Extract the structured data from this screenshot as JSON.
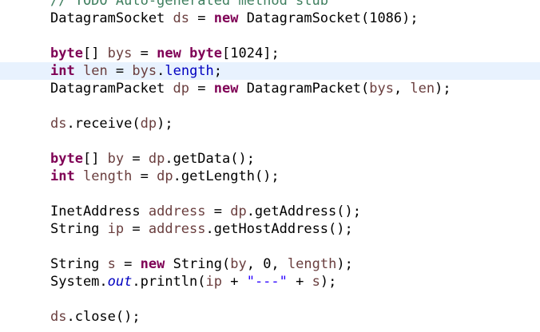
{
  "editor": {
    "lines": [
      {
        "id": "l0",
        "tokens": [
          {
            "t": "comment",
            "v": "// TODO Auto-generated method stub"
          }
        ]
      },
      {
        "id": "l1",
        "tokens": [
          {
            "t": "plain",
            "v": "DatagramSocket "
          },
          {
            "t": "var",
            "v": "ds"
          },
          {
            "t": "plain",
            "v": " = "
          },
          {
            "t": "kw",
            "v": "new"
          },
          {
            "t": "plain",
            "v": " DatagramSocket(1086);"
          }
        ]
      },
      {
        "id": "l2",
        "tokens": []
      },
      {
        "id": "l3",
        "tokens": [
          {
            "t": "kw",
            "v": "byte"
          },
          {
            "t": "plain",
            "v": "[] "
          },
          {
            "t": "var",
            "v": "bys"
          },
          {
            "t": "plain",
            "v": " = "
          },
          {
            "t": "kw",
            "v": "new"
          },
          {
            "t": "plain",
            "v": " "
          },
          {
            "t": "kw",
            "v": "byte"
          },
          {
            "t": "plain",
            "v": "[1024];"
          }
        ]
      },
      {
        "id": "l4",
        "current": true,
        "tokens": [
          {
            "t": "kw",
            "v": "int"
          },
          {
            "t": "plain",
            "v": " "
          },
          {
            "t": "var",
            "v": "len"
          },
          {
            "t": "plain",
            "v": " = "
          },
          {
            "t": "var",
            "v": "bys"
          },
          {
            "t": "plain",
            "v": "."
          },
          {
            "t": "field",
            "v": "length"
          },
          {
            "t": "plain",
            "v": ";"
          }
        ]
      },
      {
        "id": "l5",
        "tokens": [
          {
            "t": "plain",
            "v": "DatagramPacket "
          },
          {
            "t": "var",
            "v": "dp"
          },
          {
            "t": "plain",
            "v": " = "
          },
          {
            "t": "kw",
            "v": "new"
          },
          {
            "t": "plain",
            "v": " DatagramPacket("
          },
          {
            "t": "var",
            "v": "bys"
          },
          {
            "t": "plain",
            "v": ", "
          },
          {
            "t": "var",
            "v": "len"
          },
          {
            "t": "plain",
            "v": ");"
          }
        ]
      },
      {
        "id": "l6",
        "tokens": []
      },
      {
        "id": "l7",
        "tokens": [
          {
            "t": "var",
            "v": "ds"
          },
          {
            "t": "plain",
            "v": ".receive("
          },
          {
            "t": "var",
            "v": "dp"
          },
          {
            "t": "plain",
            "v": ");"
          }
        ]
      },
      {
        "id": "l8",
        "tokens": []
      },
      {
        "id": "l9",
        "tokens": [
          {
            "t": "kw",
            "v": "byte"
          },
          {
            "t": "plain",
            "v": "[] "
          },
          {
            "t": "var",
            "v": "by"
          },
          {
            "t": "plain",
            "v": " = "
          },
          {
            "t": "var",
            "v": "dp"
          },
          {
            "t": "plain",
            "v": ".getData();"
          }
        ]
      },
      {
        "id": "l10",
        "tokens": [
          {
            "t": "kw",
            "v": "int"
          },
          {
            "t": "plain",
            "v": " "
          },
          {
            "t": "var",
            "v": "length"
          },
          {
            "t": "plain",
            "v": " = "
          },
          {
            "t": "var",
            "v": "dp"
          },
          {
            "t": "plain",
            "v": ".getLength();"
          }
        ]
      },
      {
        "id": "l11",
        "tokens": []
      },
      {
        "id": "l12",
        "tokens": [
          {
            "t": "plain",
            "v": "InetAddress "
          },
          {
            "t": "var",
            "v": "address"
          },
          {
            "t": "plain",
            "v": " = "
          },
          {
            "t": "var",
            "v": "dp"
          },
          {
            "t": "plain",
            "v": ".getAddress();"
          }
        ]
      },
      {
        "id": "l13",
        "tokens": [
          {
            "t": "plain",
            "v": "String "
          },
          {
            "t": "var",
            "v": "ip"
          },
          {
            "t": "plain",
            "v": " = "
          },
          {
            "t": "var",
            "v": "address"
          },
          {
            "t": "plain",
            "v": ".getHostAddress();"
          }
        ]
      },
      {
        "id": "l14",
        "tokens": []
      },
      {
        "id": "l15",
        "tokens": [
          {
            "t": "plain",
            "v": "String "
          },
          {
            "t": "var",
            "v": "s"
          },
          {
            "t": "plain",
            "v": " = "
          },
          {
            "t": "kw",
            "v": "new"
          },
          {
            "t": "plain",
            "v": " String("
          },
          {
            "t": "var",
            "v": "by"
          },
          {
            "t": "plain",
            "v": ", 0, "
          },
          {
            "t": "var",
            "v": "length"
          },
          {
            "t": "plain",
            "v": ");"
          }
        ]
      },
      {
        "id": "l16",
        "tokens": [
          {
            "t": "plain",
            "v": "System."
          },
          {
            "t": "static-field",
            "v": "out"
          },
          {
            "t": "plain",
            "v": ".println("
          },
          {
            "t": "var",
            "v": "ip"
          },
          {
            "t": "plain",
            "v": " + "
          },
          {
            "t": "str",
            "v": "\"---\""
          },
          {
            "t": "plain",
            "v": " + "
          },
          {
            "t": "var",
            "v": "s"
          },
          {
            "t": "plain",
            "v": ");"
          }
        ]
      },
      {
        "id": "l17",
        "tokens": []
      },
      {
        "id": "l18",
        "tokens": [
          {
            "t": "var",
            "v": "ds"
          },
          {
            "t": "plain",
            "v": ".close();"
          }
        ]
      }
    ]
  }
}
